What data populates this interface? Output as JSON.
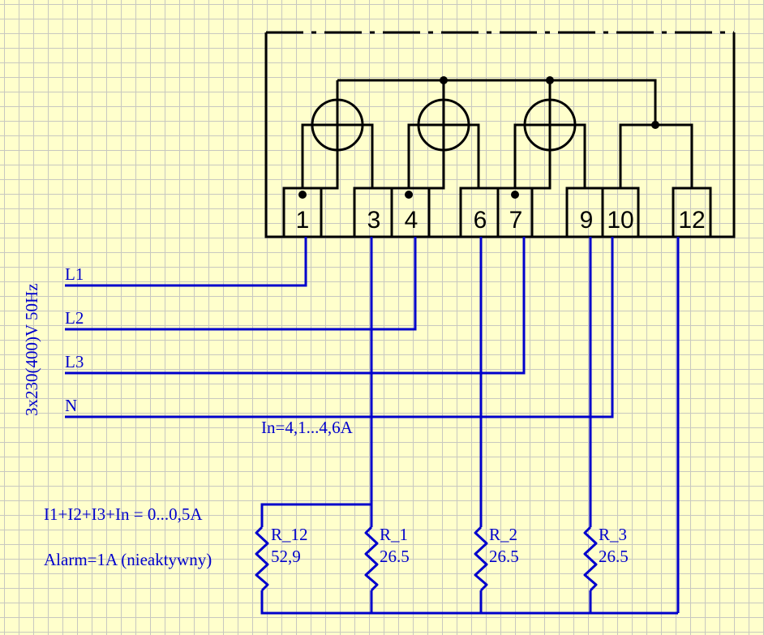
{
  "meter": {
    "terminals": [
      "1",
      "3",
      "4",
      "6",
      "7",
      "9",
      "10",
      "12"
    ]
  },
  "supply": {
    "voltage_label": "3x230(400)V 50Hz",
    "lines": [
      "L1",
      "L2",
      "L3",
      "N"
    ]
  },
  "labels": {
    "neutral_current": "In=4,1...4,6A",
    "sum_current": "I1+I2+I3+In = 0...0,5A",
    "alarm": "Alarm=1A (nieaktywny)"
  },
  "resistors": [
    {
      "name": "R_12",
      "value": "52,9"
    },
    {
      "name": "R_1",
      "value": "26.5"
    },
    {
      "name": "R_2",
      "value": "26.5"
    },
    {
      "name": "R_3",
      "value": "26.5"
    }
  ],
  "colors": {
    "wire": "#0000cc",
    "meter_line": "#000000",
    "background": "#ffffcc",
    "grid": "#c8c8c0"
  }
}
